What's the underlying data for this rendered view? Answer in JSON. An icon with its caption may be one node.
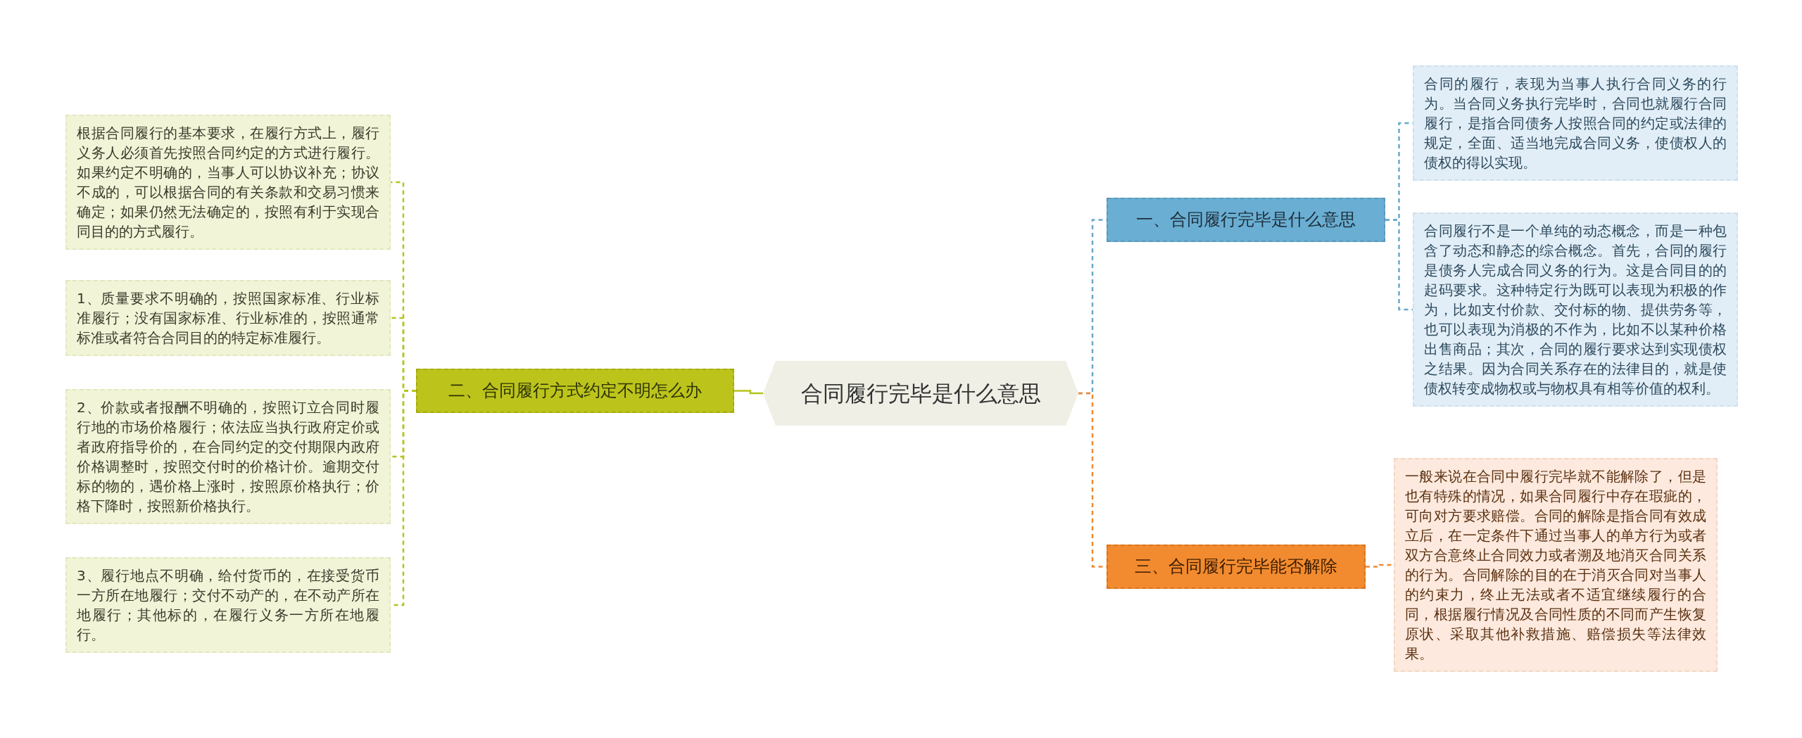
{
  "diagram": {
    "nodes": [
      {
        "text": [
          "合同履行完毕是什么意思"
        ]
      },
      {
        "text": [
          "一、合同履行完毕是什么意思"
        ]
      },
      {
        "text": [
          "合同的履行，表现为当事人执行合同义务的行为。当合同义务执行完毕时，合同也就履行合同履行，是指合同债务人按照合同的约定或法律的规定，全面、适当地完成合同义务，使债权人的债权的得以实现。"
        ]
      },
      {
        "text": [
          "合同履行不是一个单纯的动态概念，而是一种包含了动态和静态的综合概念。首先，合同的履行是债务人完成合同义务的行为。这是合同目的的起码要求。这种特定行为既可以表现为积极的作为，比如支付价款、交付标的物、提供劳务等，也可以表现为消极的不作为，比如不以某种价格出售商品；其次，合同的履行要求达到实现债权之结果。因为合同关系存在的法律目的，就是使债权转变成物权或与物权具有相等价值的权利。"
        ]
      },
      {
        "text": [
          "二、合同履行方式约定不明怎么办"
        ]
      },
      {
        "text": [
          "根据合同履行的基本要求，在履行方式上，履行义务人必须首先按照合同约定的方式进行履行。如果约定不明确的，当事人可以协议补充；协议不成的，可以根据合同的有关条款和交易习惯来确定；如果仍然无法确定的，按照有利于实现合同目的的方式履行。"
        ]
      },
      {
        "text": [
          "1、质量要求不明确的，按照国家标准、行业标准履行；没有国家标准、行业标准的，按照通常标准或者符合合同目的的特定标准履行。"
        ]
      },
      {
        "text": [
          "2、价款或者报酬不明确的，按照订立合同时履行地的市场价格履行；依法应当执行政府定价或者政府指导价的，在合同约定的交付期限内政府价格调整时，按照交付时的价格计价。逾期交付标的物的，遇价格上涨时，按照原价格执行；价格下降时，按照新价格执行。"
        ]
      },
      {
        "text": [
          "3、履行地点不明确，给付货币的，在接受货币一方所在地履行；交付不动产的，在不动产所在地履行；其他标的，在履行义务一方所在地履行。"
        ]
      },
      {
        "text": [
          "三、合同履行完毕能否解除"
        ]
      },
      {
        "text": [
          "一般来说在合同中履行完毕就不能解除了，但是也有特殊的情况，如果合同履行中存在瑕疵的，可向对方要求赔偿。合同的解除是指合同有效成立后，在一定条件下通过当事人的单方行为或者双方合意终止合同效力或者溯及地消灭合同关系的行为。合同解除的目的在于消灭合同对当事人的约束力，终止无法或者不适宜继续履行的合同，根据履行情况及合同性质的不同而产生恢复原状、采取其他补救措施、赔偿损失等法律效果。"
        ]
      }
    ],
    "edges": [
      {
        "from": 0,
        "to": 1,
        "arrow": "none",
        "style": "dashed",
        "color": "#6aa9cc"
      },
      {
        "from": 1,
        "to": 2,
        "arrow": "none",
        "style": "dashed",
        "color": "#6aa9cc"
      },
      {
        "from": 1,
        "to": 3,
        "arrow": "none",
        "style": "dashed",
        "color": "#6aa9cc"
      },
      {
        "from": 0,
        "to": 4,
        "arrow": "none",
        "color": "#b5c31c"
      },
      {
        "from": 4,
        "to": 5,
        "arrow": "none",
        "style": "dashed",
        "color": "#b5c31c"
      },
      {
        "from": 4,
        "to": 6,
        "arrow": "none",
        "style": "dashed",
        "color": "#b5c31c"
      },
      {
        "from": 4,
        "to": 7,
        "arrow": "none",
        "style": "dashed",
        "color": "#b5c31c"
      },
      {
        "from": 4,
        "to": 8,
        "arrow": "none",
        "style": "dashed",
        "color": "#b5c31c"
      },
      {
        "from": 0,
        "to": 9,
        "arrow": "none",
        "style": "dashed",
        "color": "#ef8a32"
      },
      {
        "from": 9,
        "to": 10,
        "arrow": "none",
        "style": "dashed",
        "color": "#ef8a32"
      }
    ]
  }
}
